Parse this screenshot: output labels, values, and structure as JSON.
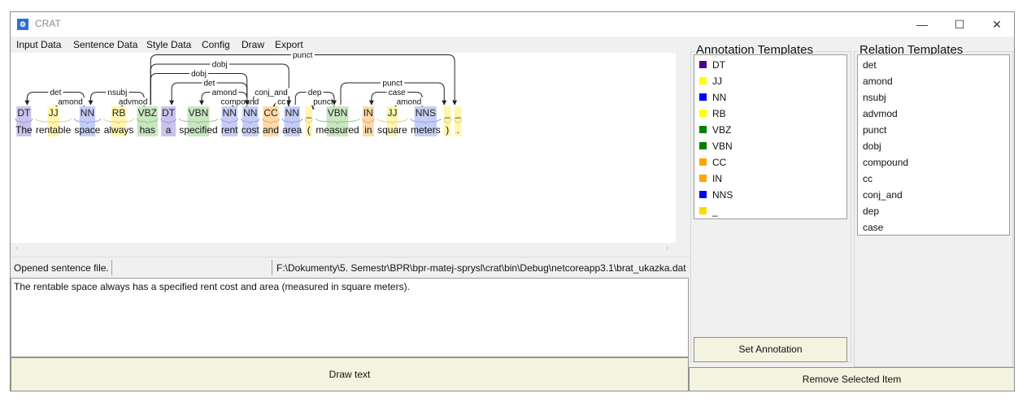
{
  "window": {
    "title": "CRAT",
    "minimize": "—",
    "maximize": "☐",
    "close": "✕"
  },
  "menu": {
    "items": [
      "Input Data",
      "Sentence Data",
      "Style Data",
      "Config",
      "Draw",
      "Export"
    ]
  },
  "sentence": {
    "words": [
      {
        "text": "The",
        "tag": "DT"
      },
      {
        "text": "rentable",
        "tag": "JJ"
      },
      {
        "text": "space",
        "tag": "NN"
      },
      {
        "text": "always",
        "tag": "RB"
      },
      {
        "text": "has",
        "tag": "VBZ"
      },
      {
        "text": "a",
        "tag": "DT"
      },
      {
        "text": "specified",
        "tag": "VBN"
      },
      {
        "text": "rent",
        "tag": "NN"
      },
      {
        "text": "cost",
        "tag": "NN"
      },
      {
        "text": "and",
        "tag": "CC"
      },
      {
        "text": "area",
        "tag": "NN"
      },
      {
        "text": "(",
        "tag": "_"
      },
      {
        "text": "measured",
        "tag": "VBN"
      },
      {
        "text": "in",
        "tag": "IN"
      },
      {
        "text": "square",
        "tag": "JJ"
      },
      {
        "text": "meters",
        "tag": "NNS"
      },
      {
        "text": ")",
        "tag": "_"
      },
      {
        "text": ".",
        "tag": "_"
      }
    ],
    "relations": [
      {
        "label": "det",
        "from": 2,
        "to": 0
      },
      {
        "label": "amond",
        "from": 2,
        "to": 1
      },
      {
        "label": "nsubj",
        "from": 4,
        "to": 2
      },
      {
        "label": "advmod",
        "from": 4,
        "to": 3
      },
      {
        "label": "det",
        "from": 8,
        "to": 5
      },
      {
        "label": "amond",
        "from": 8,
        "to": 6
      },
      {
        "label": "compound",
        "from": 8,
        "to": 7
      },
      {
        "label": "dobj",
        "from": 4,
        "to": 8
      },
      {
        "label": "dobj",
        "from": 4,
        "to": 10
      },
      {
        "label": "cc",
        "from": 10,
        "to": 9
      },
      {
        "label": "conj_and",
        "from": 8,
        "to": 10
      },
      {
        "label": "punct",
        "from": 12,
        "to": 11
      },
      {
        "label": "dep",
        "from": 10,
        "to": 12
      },
      {
        "label": "case",
        "from": 15,
        "to": 13
      },
      {
        "label": "amond",
        "from": 15,
        "to": 14
      },
      {
        "label": "punct",
        "from": 12,
        "to": 16
      },
      {
        "label": "punct",
        "from": 4,
        "to": 17
      }
    ]
  },
  "status": {
    "message": "Opened sentence file.",
    "path": "F:\\Dokumenty\\5. Semestr\\BPR\\bpr-matej-sprysl\\crat\\bin\\Debug\\netcoreapp3.1\\brat_ukazka.dat"
  },
  "input_text": "The rentable space always has a specified rent cost and area (measured in square meters).",
  "draw_button": "Draw text",
  "annotation_templates": {
    "title": "Annotation Templates",
    "items": [
      {
        "label": "DT",
        "color": "#4b0082"
      },
      {
        "label": "JJ",
        "color": "#ffff00"
      },
      {
        "label": "NN",
        "color": "#0000ff"
      },
      {
        "label": "RB",
        "color": "#ffff00"
      },
      {
        "label": "VBZ",
        "color": "#008000"
      },
      {
        "label": "VBN",
        "color": "#008000"
      },
      {
        "label": "CC",
        "color": "#ffa500"
      },
      {
        "label": "IN",
        "color": "#ffa500"
      },
      {
        "label": "NNS",
        "color": "#0000ff"
      },
      {
        "label": "_",
        "color": "#ffd700"
      }
    ],
    "set_button": "Set Annotation"
  },
  "relation_templates": {
    "title": "Relation Templates",
    "items": [
      "det",
      "amond",
      "nsubj",
      "advmod",
      "punct",
      "dobj",
      "compound",
      "cc",
      "conj_and",
      "dep",
      "case"
    ]
  },
  "remove_button": "Remove Selected Item",
  "tag_colors": {
    "DT": "#c9c3ee",
    "JJ": "#fff5b0",
    "NN": "#c6cdf5",
    "RB": "#fff5b0",
    "VBZ": "#c8e6c0",
    "VBN": "#c8e6c0",
    "CC": "#ffd9a8",
    "IN": "#ffd9a8",
    "NNS": "#c6cdf5",
    "_": "#fff5b0"
  },
  "underline_colors": {
    "DT": "#a99de0",
    "JJ": "#e8d870",
    "NN": "#9aa6ee",
    "RB": "#e8d870",
    "VBZ": "#8fcf86",
    "VBN": "#8fcf86",
    "CC": "#f0b060",
    "IN": "#f0b060",
    "NNS": "#9aa6ee",
    "_": "#e8d870"
  }
}
